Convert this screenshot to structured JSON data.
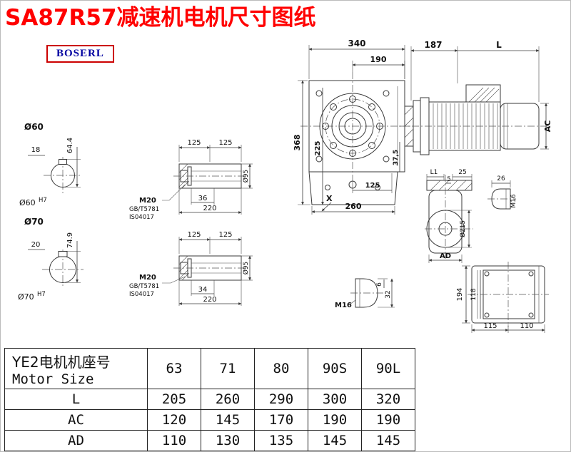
{
  "title": "SA87R57减速机电机尺寸图纸",
  "logo": "BOSERL",
  "shaft_section_top": {
    "dia_label": "Ø60",
    "key_width": "18",
    "key_height": "64.4",
    "bore_base": "Ø60",
    "bore_tol": "H7"
  },
  "shaft_section_bottom": {
    "dia_label": "Ø70",
    "key_width": "20",
    "key_height": "74.9",
    "bore_base": "Ø70",
    "bore_tol": "H7"
  },
  "hollow_shaft_top": {
    "dim_left": "125",
    "dim_right": "125",
    "thread": "M20",
    "std1": "GB/T5781",
    "std2": "IS04017",
    "depth": "36",
    "length": "220",
    "dia": "Ø95"
  },
  "hollow_shaft_bottom": {
    "dim_left": "125",
    "dim_right": "125",
    "thread": "M20",
    "std1": "GB/T5781",
    "std2": "IS04017",
    "depth": "34",
    "length": "220",
    "dia": "Ø95"
  },
  "front_view": {
    "width_total": "340",
    "width_flange": "190",
    "height_total": "368",
    "height_center": "225",
    "offset": "37,5",
    "foot_width": "125",
    "base_width": "260",
    "section_mark": "X"
  },
  "motor_view": {
    "dim_187": "187",
    "dim_L": "L",
    "dim_AC": "AC"
  },
  "side_view": {
    "dim_L1": "L1",
    "dim_5": "5",
    "dim_25": "25",
    "dia": "Ø215",
    "dim_AD": "AD"
  },
  "shaft_tip_right": {
    "width": "26",
    "thread": "M16"
  },
  "shaft_tip_bottom": {
    "depth": "6",
    "width": "32",
    "thread": "M16"
  },
  "rear_view": {
    "height_total": "194",
    "height_inner": "118",
    "foot_left": "115",
    "foot_right": "110"
  },
  "table": {
    "header_cn": "YE2电机机座号",
    "header_en": "Motor Size",
    "sizes": [
      "63",
      "71",
      "80",
      "90S",
      "90L"
    ],
    "rows": [
      {
        "label": "L",
        "values": [
          "205",
          "260",
          "290",
          "300",
          "320"
        ]
      },
      {
        "label": "AC",
        "values": [
          "120",
          "145",
          "170",
          "190",
          "190"
        ]
      },
      {
        "label": "AD",
        "values": [
          "110",
          "130",
          "135",
          "145",
          "145"
        ]
      }
    ]
  }
}
